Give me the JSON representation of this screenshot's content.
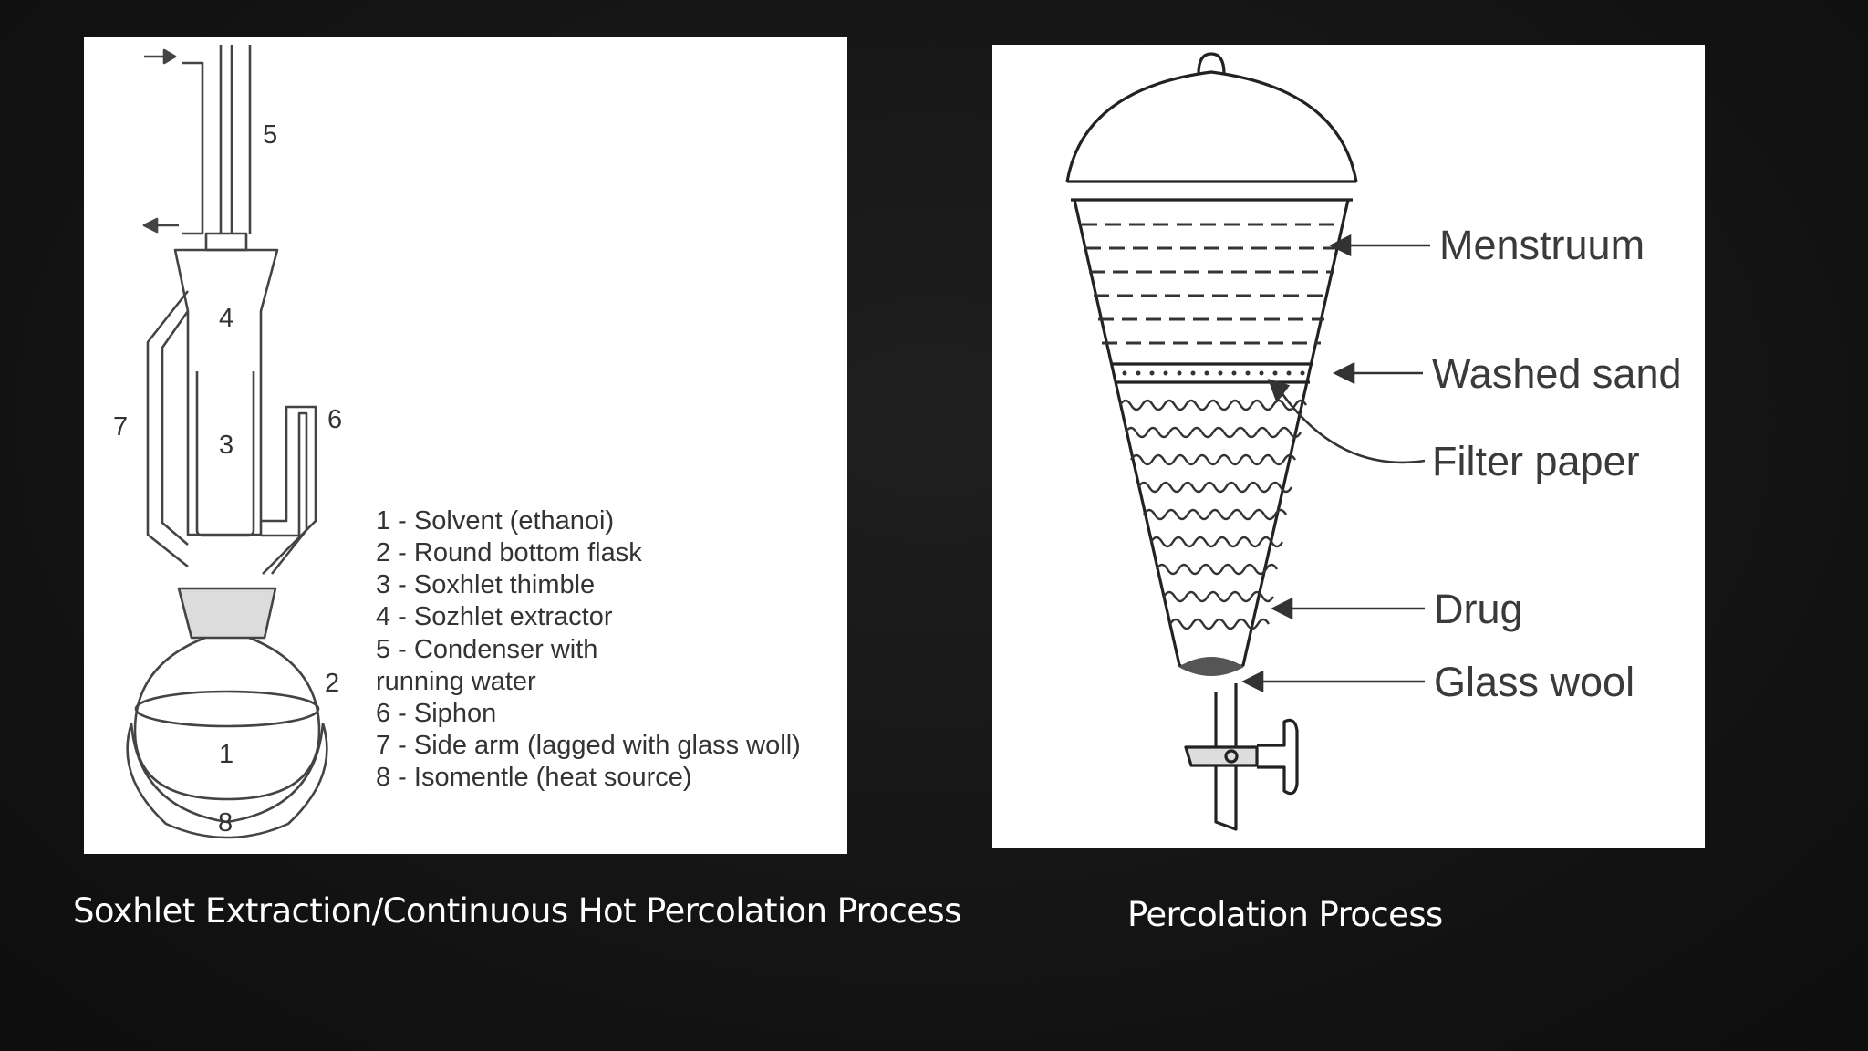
{
  "soxhlet": {
    "part_numbers": [
      "1",
      "2",
      "3",
      "4",
      "5",
      "6",
      "7",
      "8"
    ],
    "legend": [
      "1 - Solvent (ethanoi)",
      "2 - Round bottom flask",
      "3 - Soxhlet thimble",
      "4 - Sozhlet extractor",
      "5 - Condenser with",
      "running water",
      "6 - Siphon",
      "7 - Side arm (lagged with glass woll)",
      "8 - Isomentle (heat source)"
    ],
    "caption": "Soxhlet Extraction/Continuous Hot Percolation Process"
  },
  "percolation": {
    "labels": [
      "Menstruum",
      "Washed sand",
      "Filter paper",
      "Drug",
      "Glass wool"
    ],
    "caption": "Percolation Process"
  }
}
